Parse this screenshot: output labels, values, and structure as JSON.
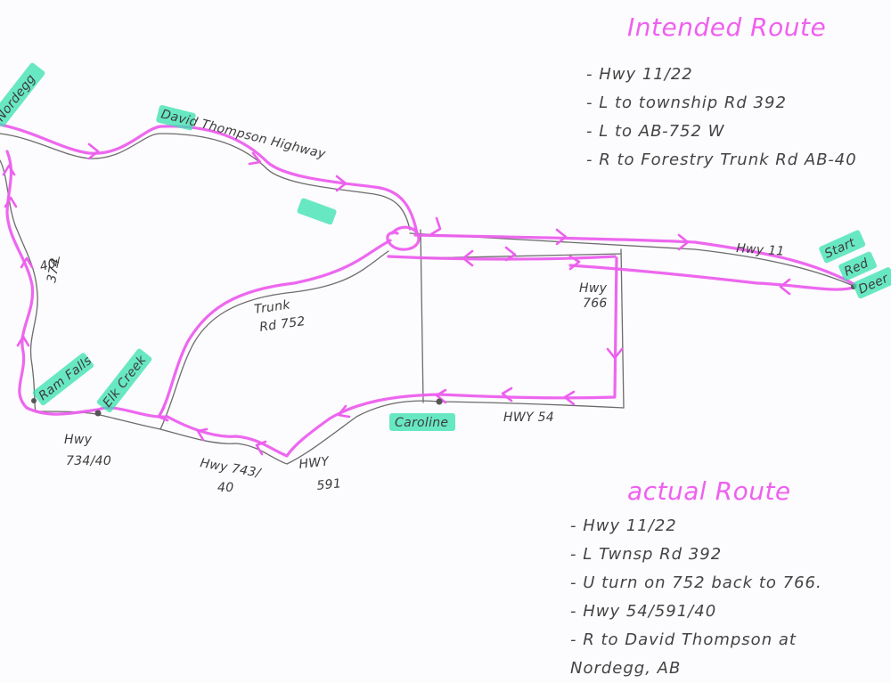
{
  "map": {
    "places": {
      "nordegg": "Nordegg",
      "start": "Start",
      "red_deer_1": "Red",
      "red_deer_2": "Deer",
      "ram_falls": "Ram Falls",
      "elk_creek": "Elk Creek",
      "caroline": "Caroline"
    },
    "roads": {
      "david_thompson": "David Thompson Highway",
      "hwy11": "Hwy 11",
      "hwy766_a": "Hwy",
      "hwy766_b": "766",
      "hwy54": "HWY 54",
      "trunk_a": "Trunk",
      "trunk_b": "Rd 752",
      "r40374_a": "40/",
      "r40374_b": "374",
      "hwy734_a": "Hwy",
      "hwy734_b": "734/40",
      "hwy743_a": "Hwy 743/",
      "hwy743_b": "40",
      "hwy591_a": "HWY",
      "hwy591_b": "591"
    },
    "colors": {
      "route": "#ec5fee",
      "highlight": "#37e2ad",
      "pencil": "#6c6c6c"
    }
  },
  "intended": {
    "title": "Intended Route",
    "steps": [
      "Hwy 11/22",
      "L to township Rd 392",
      "L to AB-752 W",
      "R to Forestry Trunk Rd AB-40"
    ]
  },
  "actual": {
    "title": "actual Route",
    "steps": [
      "Hwy 11/22",
      "L Twnsp Rd 392",
      "U turn on 752 back to 766.",
      "Hwy 54/591/40",
      "R to David Thompson at",
      "Nordegg, AB"
    ]
  }
}
